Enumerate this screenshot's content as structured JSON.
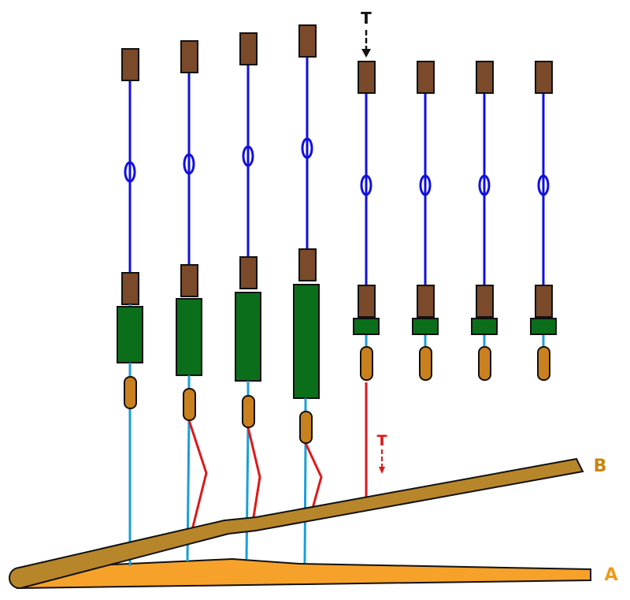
{
  "labels": {
    "tension_top": "T",
    "tension_red": "T",
    "shed_upper": "B",
    "shed_lower": "A"
  },
  "colors": {
    "background": "#ffffff",
    "heddle_cord": "#1010dd",
    "warp_thread": "#1a9fd8",
    "heald_frame_block": "#7a4a2a",
    "weight": "#0b6e1a",
    "weight_clip": "#c9801f",
    "tension_red": "#dd1a1a",
    "shed_board_B": "#b8862a",
    "shed_board_A": "#f6a22a",
    "label_B": "#c8860e",
    "label_A": "#f09a18",
    "arrow_black": "#111111",
    "outline": "#111111"
  }
}
